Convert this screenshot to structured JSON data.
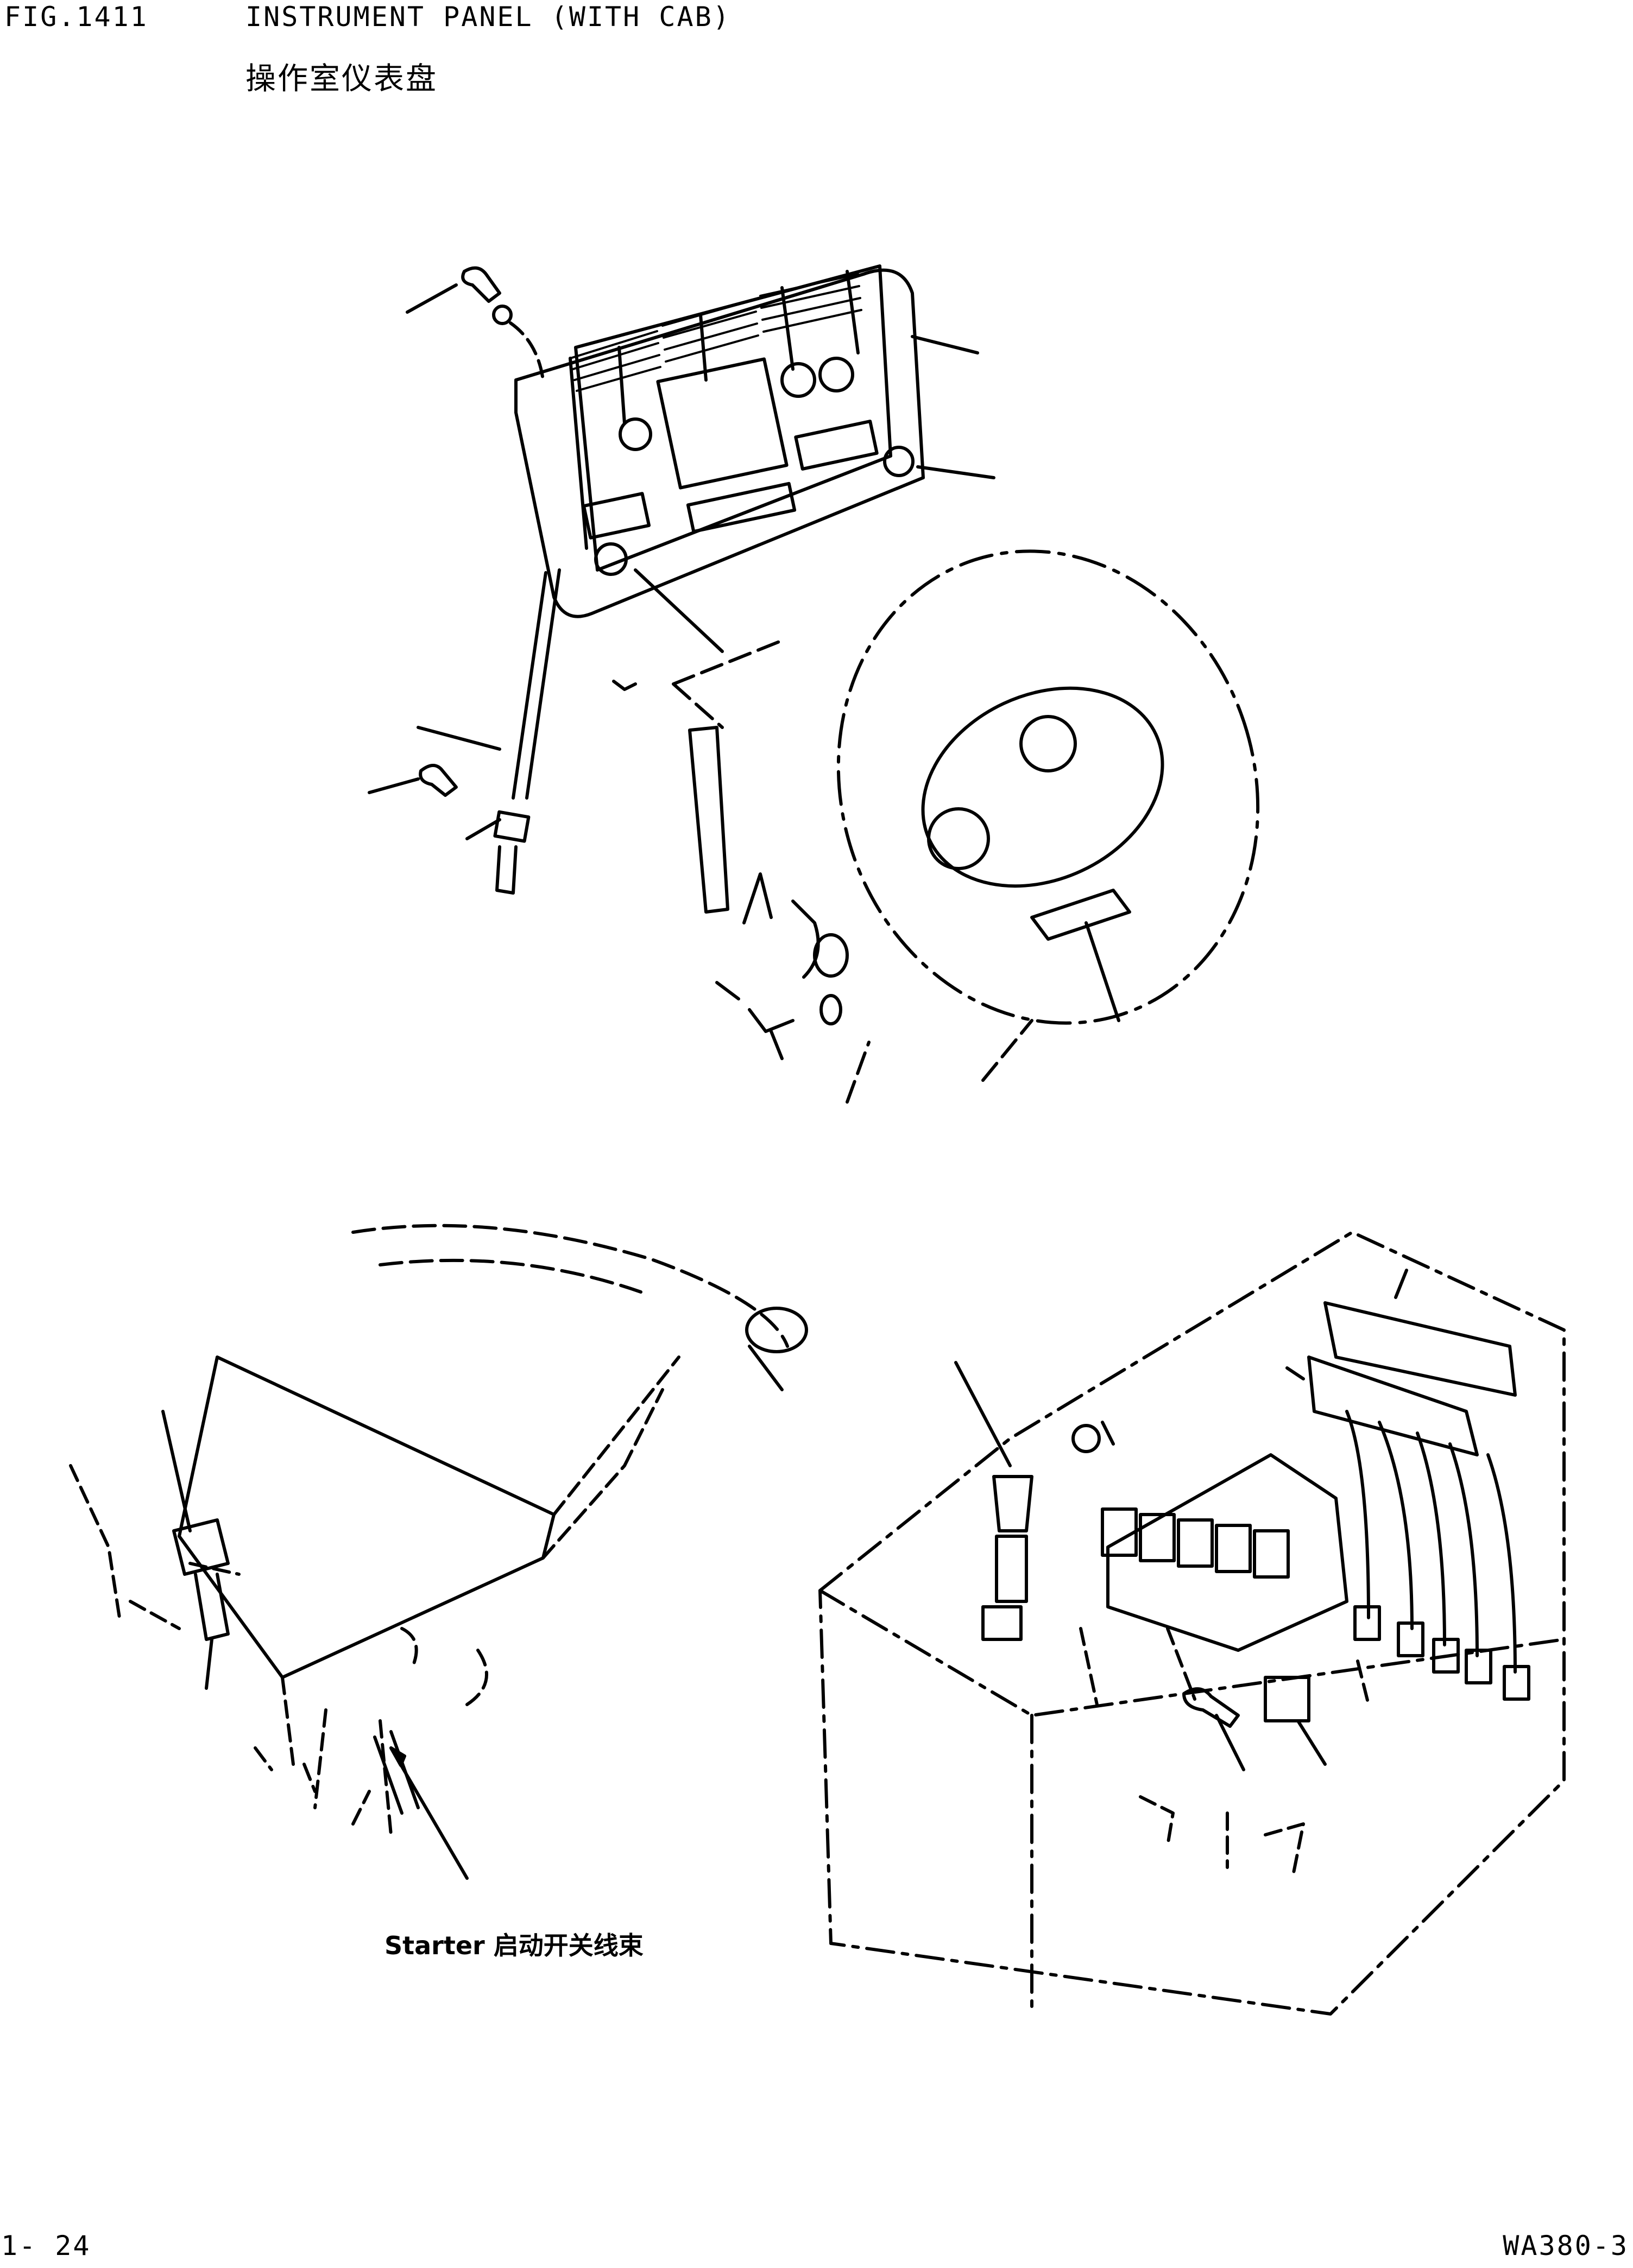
{
  "header": {
    "fig_no": "FIG.1411",
    "title_en": "INSTRUMENT PANEL (WITH CAB)",
    "title_cn": "操作室仪表盘"
  },
  "callouts": {
    "starter": "Starter 启动开关线束"
  },
  "footer": {
    "page": "1- 24",
    "model": "WA380-3"
  }
}
